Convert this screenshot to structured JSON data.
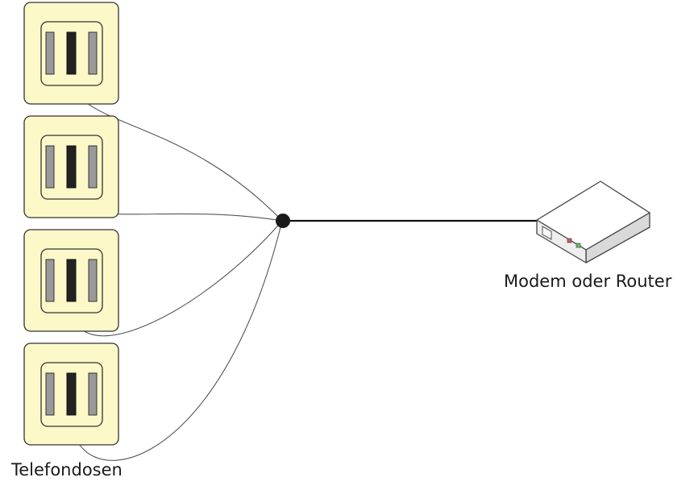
{
  "labels": {
    "router": "Modem oder Router",
    "sockets": "Telefondosen"
  },
  "colors": {
    "socket_outer_fill": "#fdf8c8",
    "socket_stroke": "#333333",
    "pin_side_fill": "#999999",
    "pin_center_fill": "#222222",
    "wire": "#555555",
    "trunk_line": "#111111",
    "junction": "#1a1a1a",
    "router_top": "#ffffff",
    "router_side": "#d9d9d9",
    "router_front": "#eeeeee",
    "router_led_red": "#e05050",
    "router_led_green": "#60c060"
  },
  "icons": {
    "socket": "telephone-socket-icon",
    "router": "router-icon",
    "junction": "junction-dot"
  },
  "socket_count": 4
}
